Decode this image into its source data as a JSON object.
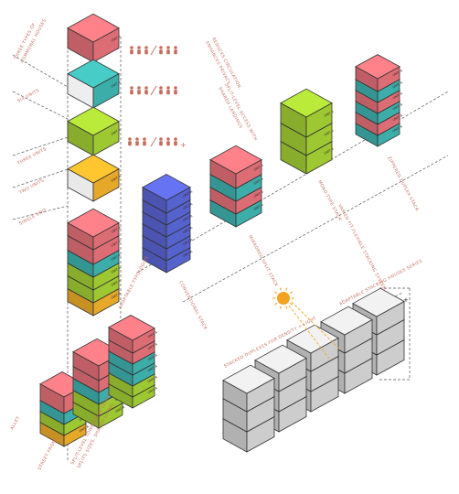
{
  "labels": {
    "three_types": [
      "THREE TYPES OF",
      "COMMUNAL HOUSES"
    ],
    "six_units": "SIX UNITS",
    "three_units": "THREE UNITS",
    "two_units": "TWO UNITS",
    "single_unit": "SINGLE UNIT",
    "reduces_circulation": [
      "REDUCES CIRCULATION,",
      "ENHANCES PRIVACY"
    ],
    "split_level": [
      "SPLIT-LEVEL ACCESS WITH",
      "SHARED LANDINGS"
    ],
    "adaptable_typologies": "ADAPTABLE TYPOLOGIES",
    "conventional_stack": "CONVENTIONAL STACK",
    "mirrored_split": "MIRRORED SPLIT STACK",
    "mono_type": "MONO-TYPE STACK",
    "zippered_duplex": "ZIPPERED DUPLEX STACK",
    "varied_stacking": "VARIED FIT FLEXIBLE STACKING SYSTEM",
    "adaptable_stacking": "ADAPTABLE STACKING HOUSES SERIES",
    "stacked_duplexes": "STACKED DUPLEXES FOR DENSITY + LIGHT",
    "bottom_left": [
      "SPLIT-LEVEL TOWNHOUSE LEGACY",
      "SPLITS SIZES, SHARED LIVING"
    ],
    "alley": "ALLEY",
    "street_front": "STREET FRONT",
    "unit_tag": "UNIT A",
    "plus": "+"
  },
  "colors": {
    "red": "#e9737b",
    "teal": "#3fb6b2",
    "lime": "#a6d234",
    "orange": "#f2b12a",
    "blue": "#5b67d8",
    "gray": "#d8d8d8",
    "line": "#333333",
    "annotation": "#c76b5c",
    "sun": "#f4a320"
  }
}
